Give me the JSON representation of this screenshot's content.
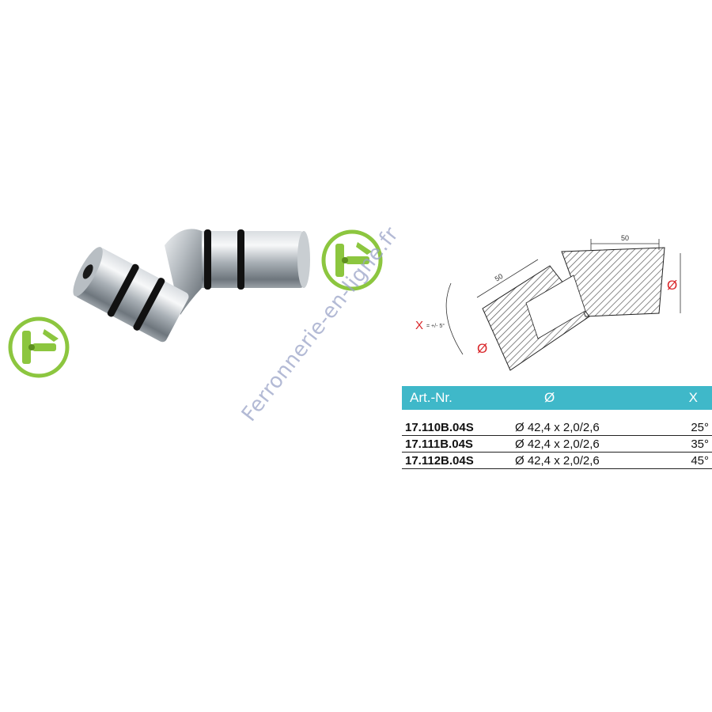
{
  "watermark": {
    "text": "Ferronnerie-en-ligne.fr"
  },
  "drawing": {
    "dimension_top": "50",
    "dimension_left": "50",
    "diameter_symbol": "Ø",
    "angle_label": "X",
    "angle_tolerance": "= +/- 5°"
  },
  "icons": {
    "left_badge": "welding-icon",
    "right_badge": "welding-icon"
  },
  "colors": {
    "table_header": "#3fb8c9",
    "badge_green": "#8cc63f",
    "angle_red": "#d9262a"
  },
  "table": {
    "headers": {
      "art": "Art.-Nr.",
      "diameter": "Ø",
      "x": "X"
    },
    "rows": [
      {
        "art": "17.110B.04S",
        "diameter": "Ø 42,4 x 2,0/2,6",
        "x": "25°"
      },
      {
        "art": "17.111B.04S",
        "diameter": "Ø 42,4 x 2,0/2,6",
        "x": "35°"
      },
      {
        "art": "17.112B.04S",
        "diameter": "Ø 42,4 x 2,0/2,6",
        "x": "45°"
      }
    ]
  }
}
